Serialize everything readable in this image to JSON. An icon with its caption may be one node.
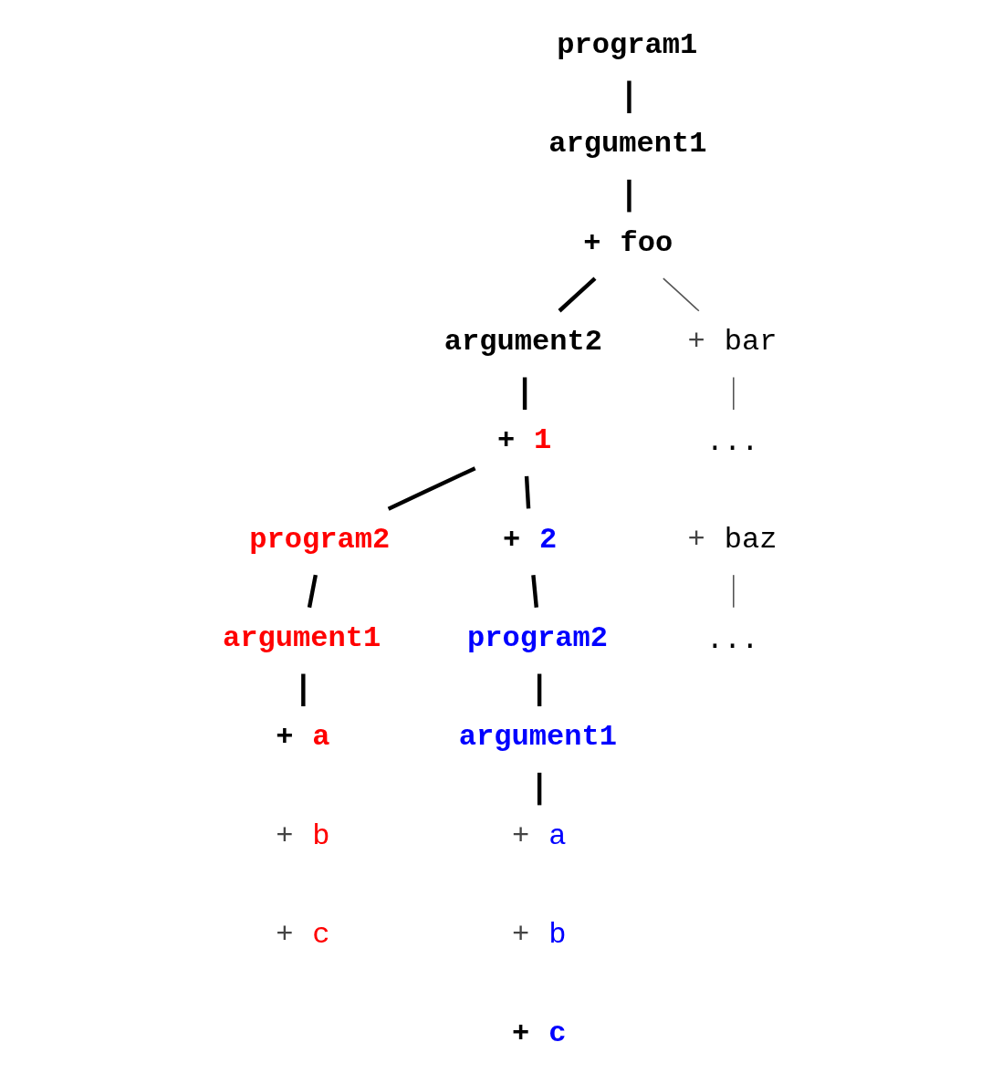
{
  "diagram": {
    "nodes": [
      {
        "text": [
          "program1"
        ]
      },
      {
        "text": [
          "argument1"
        ]
      },
      {
        "text": [
          "+ foo"
        ]
      },
      {
        "text": [
          "argument2"
        ]
      },
      {
        "text": [
          "+ 1"
        ]
      },
      {
        "text": [
          "program2"
        ]
      },
      {
        "text": [
          "argument1"
        ]
      },
      {
        "text": [
          "+ a"
        ]
      },
      {
        "text": [
          "+ b"
        ]
      },
      {
        "text": [
          "+ c"
        ]
      },
      {
        "text": [
          "+ 2"
        ]
      },
      {
        "text": [
          "program2"
        ]
      },
      {
        "text": [
          "argument1"
        ]
      },
      {
        "text": [
          "+ a"
        ]
      },
      {
        "text": [
          "+ b"
        ]
      },
      {
        "text": [
          "+ c"
        ]
      },
      {
        "text": [
          "+ bar"
        ]
      },
      {
        "text": [
          "..."
        ]
      },
      {
        "text": [
          "+ baz"
        ]
      },
      {
        "text": [
          "..."
        ]
      }
    ],
    "edges": [
      {
        "from": 0,
        "to": 1,
        "arrow": "none"
      },
      {
        "from": 1,
        "to": 2,
        "arrow": "none"
      },
      {
        "from": 2,
        "to": 3,
        "arrow": "none"
      },
      {
        "from": 3,
        "to": 4,
        "arrow": "none"
      },
      {
        "from": 4,
        "to": 5,
        "arrow": "none"
      },
      {
        "from": 5,
        "to": 6,
        "arrow": "none"
      },
      {
        "from": 6,
        "to": 7,
        "arrow": "none"
      },
      {
        "from": 4,
        "to": 10,
        "arrow": "none"
      },
      {
        "from": 10,
        "to": 11,
        "arrow": "none"
      },
      {
        "from": 11,
        "to": 12,
        "arrow": "none"
      },
      {
        "from": 12,
        "to": 13,
        "arrow": "none"
      },
      {
        "from": 2,
        "to": 16,
        "arrow": "none",
        "color": "#555555"
      },
      {
        "from": 16,
        "to": 17,
        "arrow": "none",
        "color": "#555555"
      },
      {
        "from": 18,
        "to": 19,
        "arrow": "none",
        "color": "#555555"
      }
    ]
  }
}
